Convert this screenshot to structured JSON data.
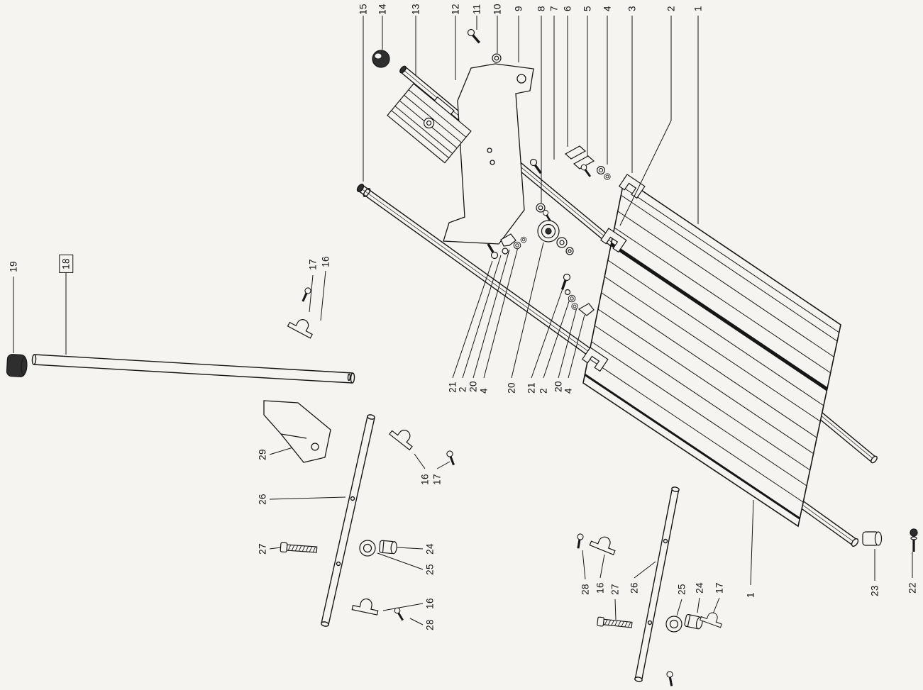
{
  "figure": {
    "kind": "exploded-parts-diagram",
    "background_color": "#f5f4f1",
    "line_color": "#161616"
  },
  "callouts": {
    "top": [
      "15",
      "14",
      "13",
      "12",
      "11",
      "10",
      "9",
      "8",
      "7",
      "6",
      "5",
      "4",
      "3",
      "2",
      "1"
    ],
    "left": [
      "19",
      "18"
    ],
    "upper_mid": [
      "17",
      "16"
    ],
    "center": [
      "21",
      "2",
      "20",
      "4",
      "20",
      "21",
      "2",
      "20",
      "4"
    ],
    "mid_left": [
      "29",
      "26",
      "27"
    ],
    "clamp_mid": [
      "16",
      "17"
    ],
    "lower_mid": [
      "24",
      "25",
      "16",
      "28"
    ],
    "bottom_center": [
      "28",
      "16",
      "27",
      "26"
    ],
    "bottom_right": [
      "25",
      "24",
      "17",
      "1"
    ],
    "far_right": [
      "23",
      "22"
    ]
  }
}
